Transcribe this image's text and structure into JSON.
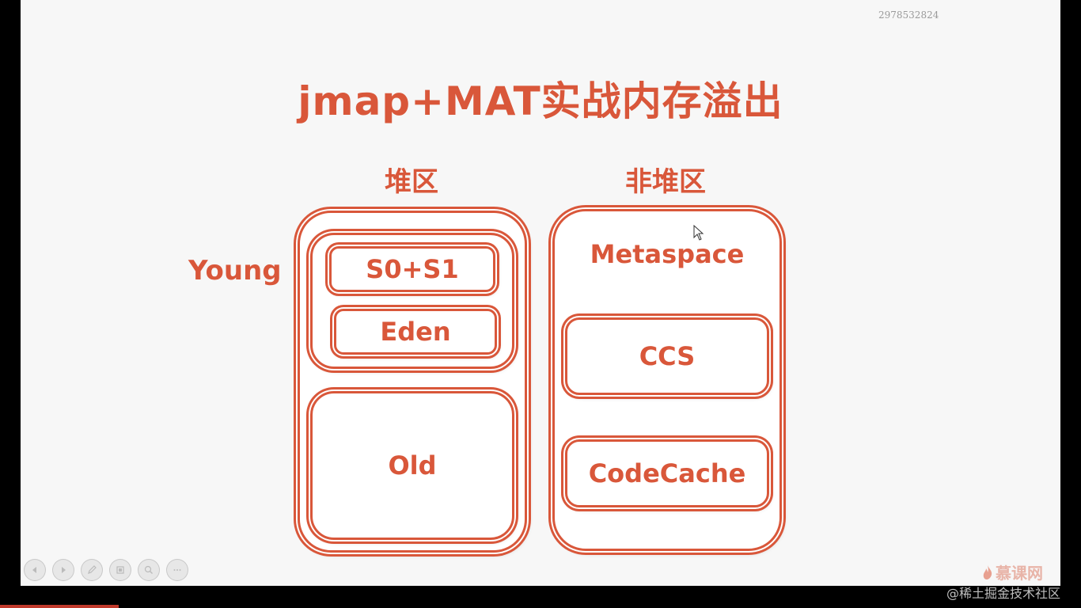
{
  "watermark": {
    "id": "2978532824"
  },
  "slide": {
    "title": "jmap+MAT实战内存溢出",
    "heap_label": "堆区",
    "nonheap_label": "非堆区",
    "young_label": "Young",
    "heap": {
      "s0s1": "S0+S1",
      "eden": "Eden",
      "old": "Old"
    },
    "nonheap": {
      "metaspace": "Metaspace",
      "ccs": "CCS",
      "codecache": "CodeCache"
    },
    "accent_color": "#d9573a"
  },
  "player": {
    "controls": [
      "prev-icon",
      "next-icon",
      "pen-icon",
      "screen-icon",
      "zoom-icon",
      "more-icon"
    ],
    "brand": "慕课网",
    "progress": 0.11
  },
  "footer": {
    "credit": "@稀土掘金技术社区"
  }
}
